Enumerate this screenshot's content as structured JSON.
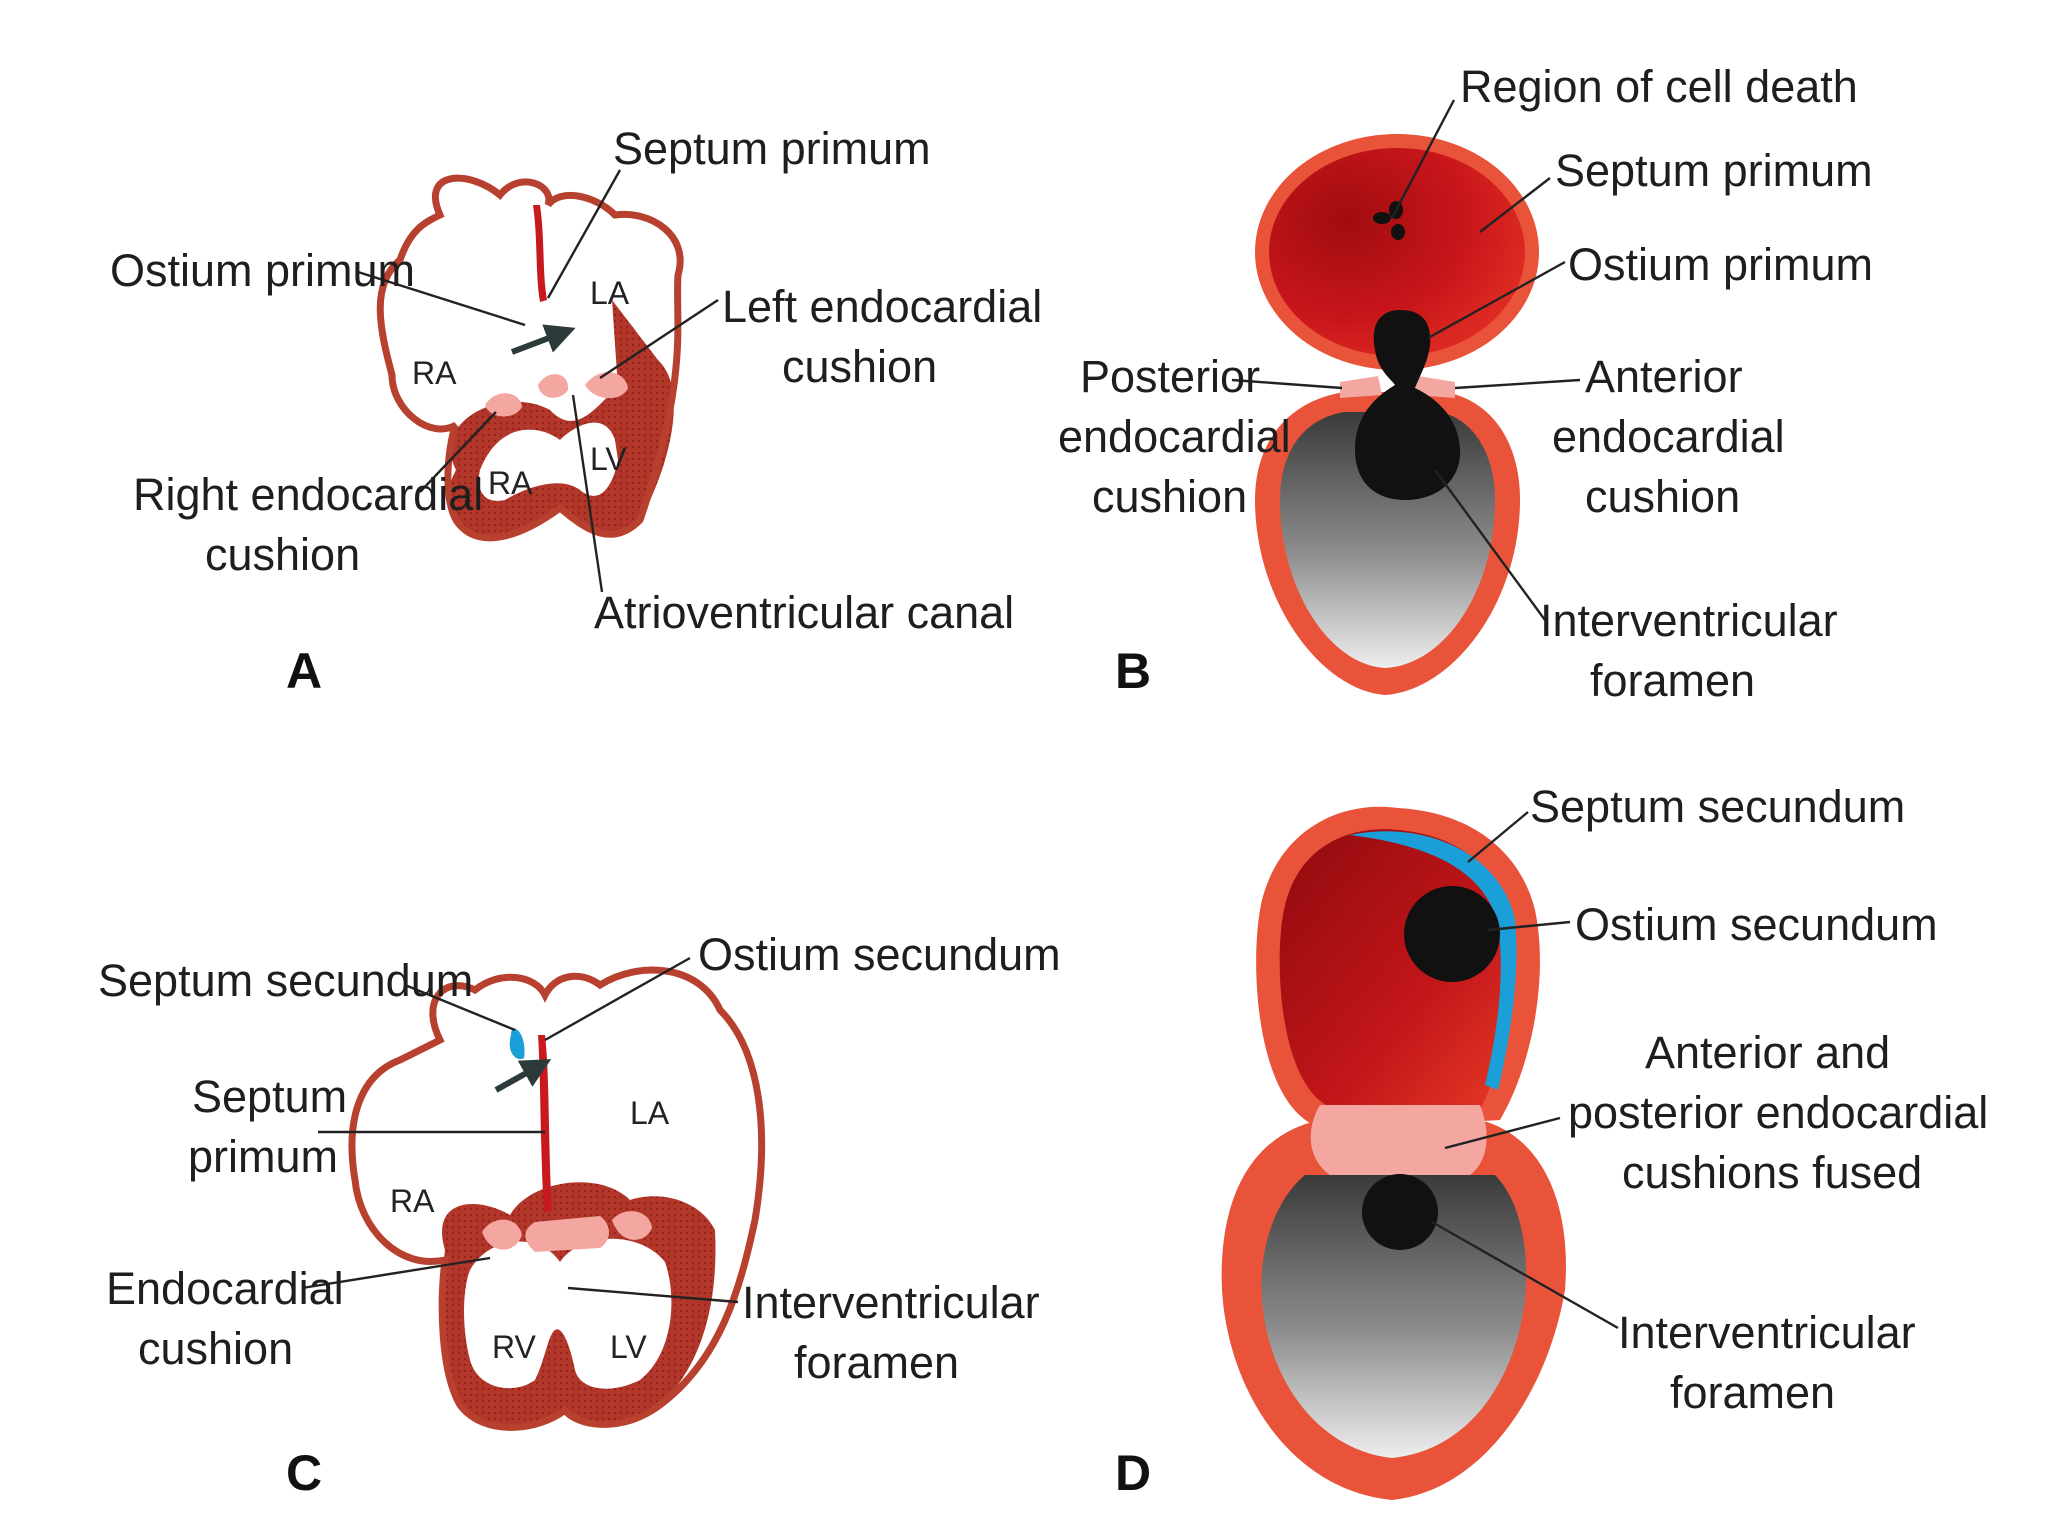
{
  "panels": {
    "a": {
      "letter": "A",
      "septum_primum": "Septum primum",
      "ostium_primum": "Ostium primum",
      "left_cushion": [
        "Left endocardial",
        "cushion"
      ],
      "right_cushion": [
        "Right endocardial",
        "cushion"
      ],
      "av_canal": "Atrioventricular canal",
      "chamber_ra_upper": "RA",
      "chamber_la": "LA",
      "chamber_ra_lower": "RA",
      "chamber_lv": "LV"
    },
    "b": {
      "letter": "B",
      "cell_death": "Region of cell death",
      "septum_primum": "Septum primum",
      "ostium_primum": "Ostium primum",
      "posterior_cushion": [
        "Posterior",
        "endocardial",
        "cushion"
      ],
      "anterior_cushion": [
        "Anterior",
        "endocardial",
        "cushion"
      ],
      "iv_foramen": [
        "Interventricular",
        "foramen"
      ]
    },
    "c": {
      "letter": "C",
      "septum_secundum": "Septum secundum",
      "ostium_secundum": "Ostium secundum",
      "septum_primum": [
        "Septum",
        "primum"
      ],
      "endocardial_cushion": [
        "Endocardial",
        "cushion"
      ],
      "iv_foramen": [
        "Interventricular",
        "foramen"
      ],
      "chamber_ra": "RA",
      "chamber_la": "LA",
      "chamber_rv": "RV",
      "chamber_lv": "LV"
    },
    "d": {
      "letter": "D",
      "septum_secundum": "Septum secundum",
      "ostium_secundum": "Ostium secundum",
      "fused_cushions": [
        "Anterior and",
        "posterior endocardial",
        "cushions fused"
      ],
      "iv_foramen": [
        "Interventricular",
        "foramen"
      ]
    }
  },
  "colors": {
    "wall": "#e8533a",
    "myocardium": "#b2362a",
    "septum_primum": "#c8191e",
    "septum_secundum": "#1a9fd8",
    "cushion": "#f4a7a0",
    "foramen": "#111111"
  }
}
